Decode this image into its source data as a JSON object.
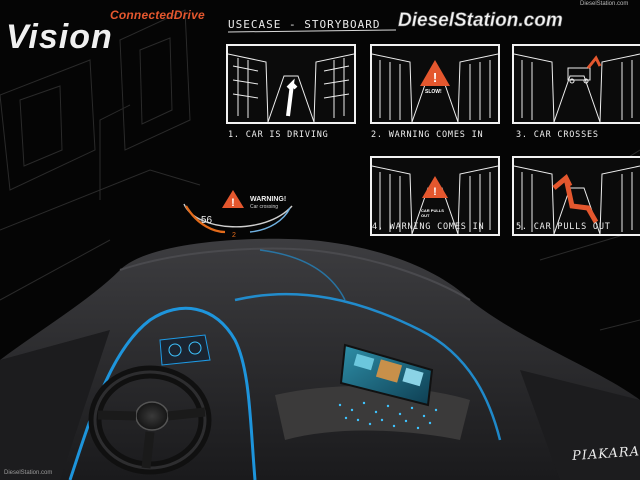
{
  "branding": {
    "subtitle": "ConnectedDrive",
    "title": "Vision",
    "site_logo": "DieselStation.com",
    "site_small": "DieselStation.com",
    "site_bottom": "DieselStation.com"
  },
  "storyboard": {
    "title": "USECASE - STORYBOARD",
    "panels": [
      {
        "caption": "1. CAR IS DRIVING"
      },
      {
        "caption": "2. WARNING COMES IN"
      },
      {
        "caption": "3. CAR CROSSES"
      },
      {
        "caption": "4. WARNING COMES IN",
        "sign_label": "CAR PULLS OUT"
      },
      {
        "caption": "5. CAR PULLS OUT"
      }
    ],
    "panel2_sign": "SLOW!"
  },
  "hud": {
    "warning_title": "WARNING!",
    "warning_sub": "Car crossing",
    "speed": "56",
    "number": "2"
  },
  "signature": "PIAKARASZ",
  "colors": {
    "accent_red": "#e03a1e",
    "warning_orange": "#e4572e",
    "ambient_blue": "#1e9be6",
    "interior_dark": "#2b2b2d"
  }
}
